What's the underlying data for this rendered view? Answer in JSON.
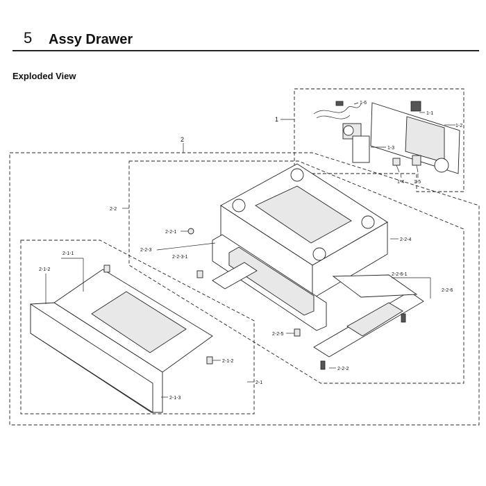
{
  "header": {
    "section_number": "5",
    "section_title": "Assy Drawer"
  },
  "subheading": "Exploded View",
  "callouts": {
    "c1": "1",
    "c1_1": "1-1",
    "c1_2": "1-2",
    "c1_3": "1-3",
    "c1_4": "1-4",
    "c1_5": "1-5",
    "c1_6": "1-6",
    "c2": "2",
    "c2_1": "2-1",
    "c2_1_1": "2-1-1",
    "c2_1_2": "2-1-2",
    "c2_1_2b": "2-1-2",
    "c2_1_3": "2-1-3",
    "c2_2": "2-2",
    "c2_2_1": "2-2-1",
    "c2_2_2": "2-2-2",
    "c2_2_3": "2-2-3",
    "c2_2_3_1": "2-2-3-1",
    "c2_2_4": "2-2-4",
    "c2_2_5": "2-2-5",
    "c2_2_6": "2-2-6",
    "c2_2_6_1": "2-2-6-1"
  }
}
